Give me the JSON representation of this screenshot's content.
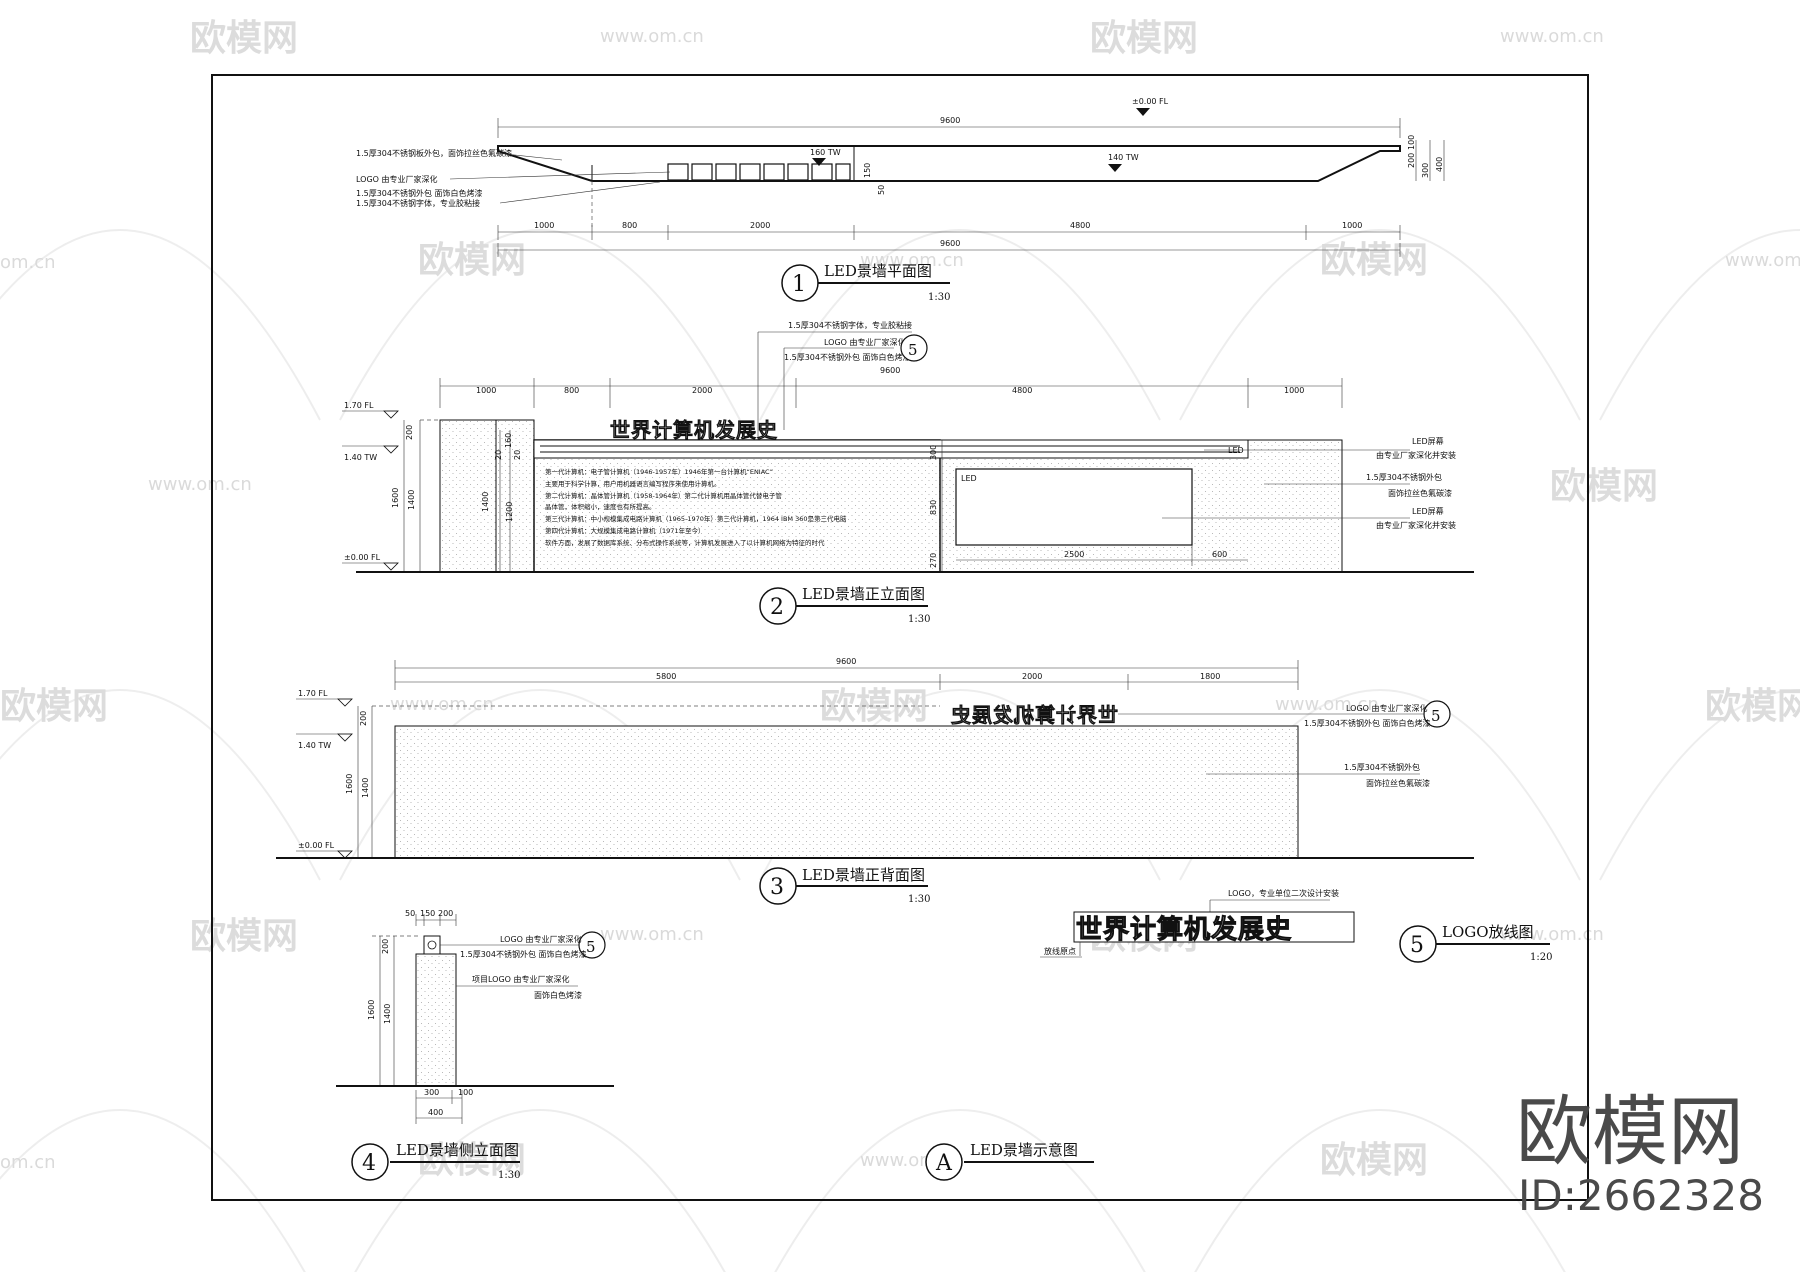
{
  "watermark": {
    "brand": "欧模网",
    "url": "www.om.cn",
    "url_short": "om.cn",
    "id": "ID:2662328"
  },
  "views": {
    "plan": {
      "number": "1",
      "title": "LED景墙平面图",
      "scale": "1:30",
      "level": "±0.00 FL",
      "dims_top": "9600",
      "dims_bottom": [
        "1000",
        "800",
        "2000",
        "4800",
        "1000"
      ],
      "dims_total": "9600",
      "dims_right": [
        "100",
        "200",
        "300",
        "400"
      ],
      "dims_mid": [
        "150",
        "50"
      ],
      "tw_left": "160 TW",
      "tw_right": "140 TW",
      "notes": [
        "1.5厚304不锈钢板外包，面饰拉丝色氟碳漆",
        "LOGO 由专业厂家深化",
        "1.5厚304不锈钢外包  面饰白色烤漆",
        "1.5厚304不锈钢字体，专业胶粘接"
      ]
    },
    "front": {
      "number": "2",
      "title": "LED景墙正立面图",
      "scale": "1:30",
      "dims_total": "9600",
      "dims": [
        "1000",
        "800",
        "2000",
        "4800",
        "1000"
      ],
      "heights_left": [
        "200",
        "1600",
        "1400"
      ],
      "heights_inner": [
        "160",
        "20",
        "20",
        "1400",
        "1200"
      ],
      "heights_right": [
        "300",
        "830",
        "270"
      ],
      "led_dims": [
        "2500",
        "600"
      ],
      "levels": [
        "1.70 FL",
        "1.40 TW",
        "±0.00 FL"
      ],
      "headline": "世界计算机发展史",
      "led_label": "LED",
      "text_lines": [
        "第一代计算机：电子管计算机（1946-1957年）1946年第一台计算机“ENIAC”",
        "主要用于科学计算，用户用机器语言编写程序来使用计算机。",
        "第二代计算机：晶体管计算机（1958-1964年）第二代计算机用晶体管代替电子管",
        "晶体管，体积缩小，速度也有所提高。",
        "第三代计算机：中小规模集成电路计算机（1965-1970年）第三代计算机，1964 IBM 360是第三代电脑",
        "第四代计算机：大规模集成电路计算机（1971年至今）",
        "软件方面，发展了数据库系统、分布式操作系统等，计算机发展进入了以计算机网络为特征的时代"
      ],
      "callout_top": [
        "1.5厚304不锈钢字体，专业胶粘接",
        "LOGO 由专业厂家深化",
        "1.5厚304不锈钢外包  面饰白色烤漆"
      ],
      "callout_num": "5",
      "notes_right": [
        "LED屏幕",
        "由专业厂家深化并安装",
        "1.5厚304不锈钢外包",
        "面饰拉丝色氟碳漆",
        "LED屏幕",
        "由专业厂家深化并安装"
      ]
    },
    "back": {
      "number": "3",
      "title": "LED景墙正背面图",
      "scale": "1:30",
      "dims_total": "9600",
      "dims": [
        "5800",
        "2000",
        "1800"
      ],
      "heights": [
        "200",
        "1600",
        "1400"
      ],
      "levels": [
        "1.70 FL",
        "1.40 TW",
        "±0.00 FL"
      ],
      "headline_mirror": "世界计算机发展史",
      "callout_num": "5",
      "notes": [
        "LOGO 由专业厂家深化",
        "1.5厚304不锈钢外包  面饰白色烤漆",
        "1.5厚304不锈钢外包",
        "面饰拉丝色氟碳漆"
      ]
    },
    "side": {
      "number": "4",
      "title": "LED景墙侧立面图",
      "scale": "1:30",
      "dims_top": [
        "50",
        "150",
        "200"
      ],
      "dims_bottom": [
        "300",
        "100",
        "400"
      ],
      "heights": [
        "200",
        "1600",
        "1400"
      ],
      "callout_num": "5",
      "notes": [
        "LOGO 由专业厂家深化",
        "1.5厚304不锈钢外包  面饰白色烤漆",
        "项目LOGO 由专业厂家深化",
        "面饰白色烤漆"
      ]
    },
    "logo": {
      "number": "5",
      "title": "LOGO放线图",
      "scale": "1:20",
      "headline": "世界计算机发展史",
      "note_top": "LOGO，专业单位二次设计安装",
      "note_left": "放线原点"
    },
    "schematic": {
      "number": "A",
      "title": "LED景墙示意图"
    }
  }
}
